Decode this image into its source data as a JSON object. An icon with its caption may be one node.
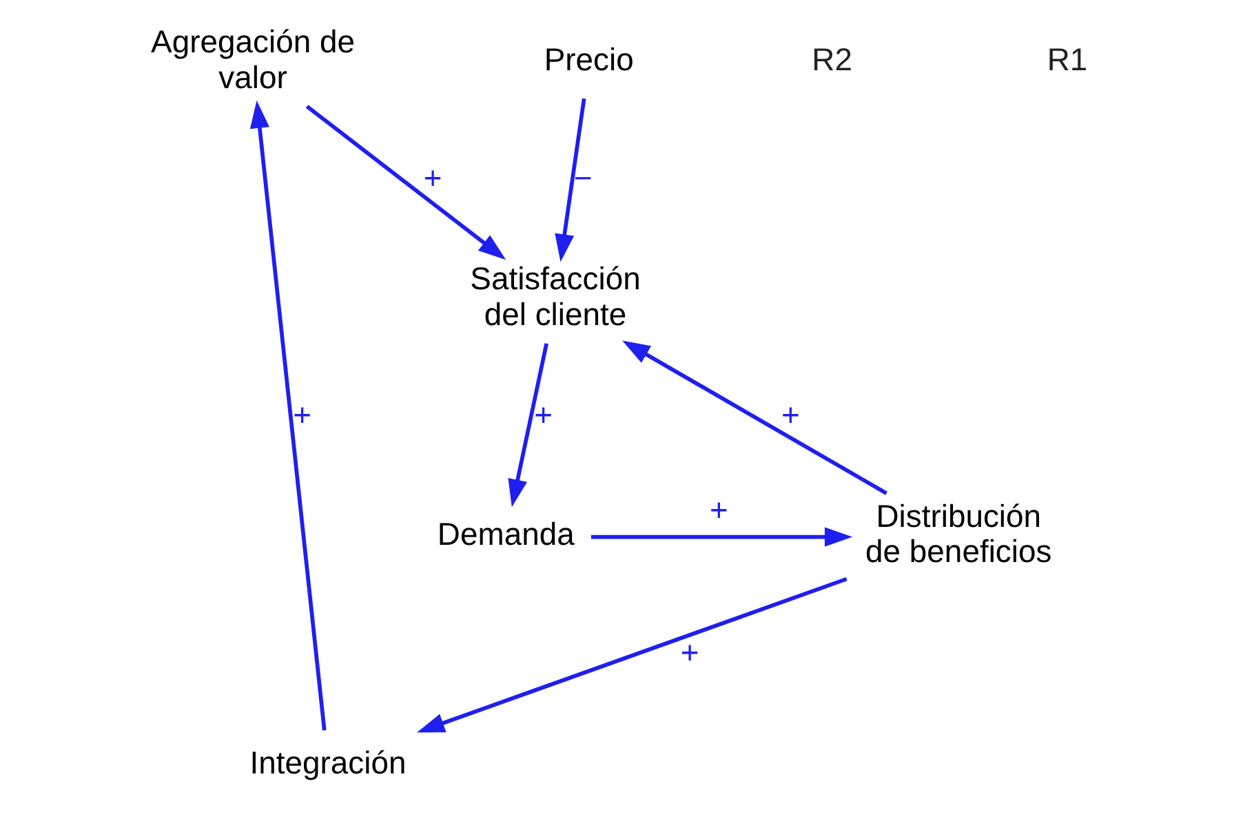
{
  "diagram": {
    "nodes": [
      {
        "text": [
          "Agregación de valor"
        ]
      },
      {
        "text": [
          "Precio"
        ]
      },
      {
        "text": [
          "Satisfacción del cliente"
        ]
      },
      {
        "text": [
          "Demanda"
        ]
      },
      {
        "text": [
          "Distribución de beneficios"
        ]
      },
      {
        "text": [
          "Integración"
        ]
      }
    ],
    "edges": [
      {
        "from": 0,
        "to": 2,
        "arrow": "to",
        "label": "+"
      },
      {
        "from": 1,
        "to": 2,
        "arrow": "to",
        "label": "−"
      },
      {
        "from": 2,
        "to": 3,
        "arrow": "to",
        "label": "+"
      },
      {
        "from": 3,
        "to": 4,
        "arrow": "to",
        "label": "+"
      },
      {
        "from": 4,
        "to": 2,
        "arrow": "to",
        "label": "+"
      },
      {
        "from": 4,
        "to": 5,
        "arrow": "to",
        "label": "+"
      },
      {
        "from": 5,
        "to": 0,
        "arrow": "to",
        "label": "+"
      }
    ],
    "labels": [
      "R2",
      "R1"
    ]
  }
}
